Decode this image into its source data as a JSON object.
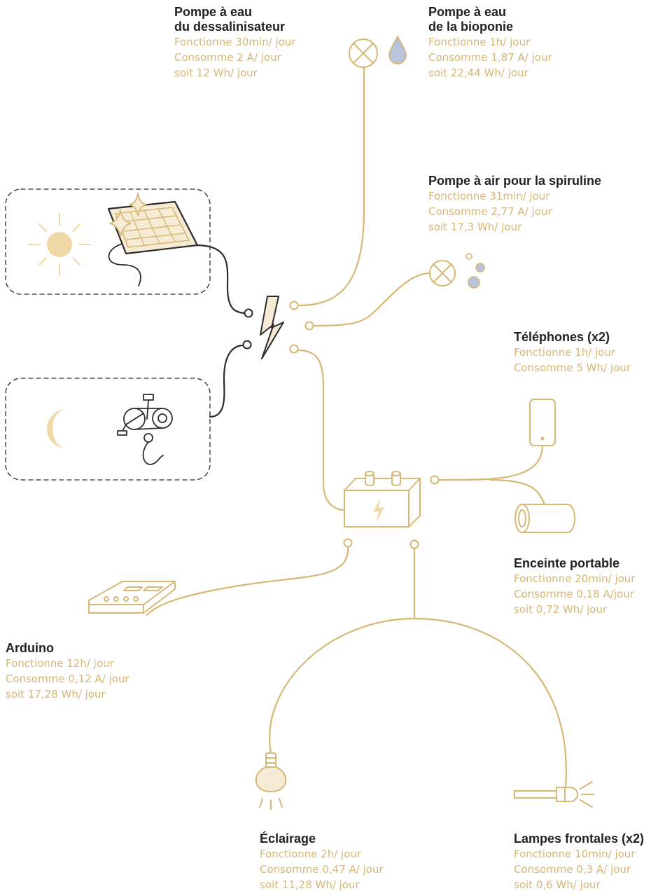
{
  "colors": {
    "gold": "#d7b774",
    "dark": "#2c2c2c",
    "sun_fill": "#f0d9a6",
    "water_fill": "#b7c4dc",
    "bolt_fill": "#f6ecd6",
    "text_dark": "#222222"
  },
  "sources": [
    {
      "id": "solar",
      "icons": [
        "sun-icon",
        "solar-panel-icon"
      ]
    },
    {
      "id": "pedal",
      "icons": [
        "moon-icon",
        "pedal-generator-icon"
      ]
    }
  ],
  "hub": {
    "icon": "lightning-bolt-icon"
  },
  "storage": {
    "icon": "battery-icon"
  },
  "devices": {
    "pompe_dessalinisateur": {
      "title": [
        "Pompe à eau",
        "du dessalinisateur"
      ],
      "lines": [
        "Fonctionne 30min/ jour",
        "Consomme 2 A/ jour",
        "soit 12 Wh/ jour"
      ]
    },
    "pompe_bioponie": {
      "title": [
        "Pompe à eau",
        "de la bioponie"
      ],
      "lines": [
        "Fonctionne 1h/ jour",
        "Consomme 1,87 A/ jour",
        "soit 22,44 Wh/ jour"
      ]
    },
    "pompe_air": {
      "title": [
        "Pompe à air pour la spiruline"
      ],
      "lines": [
        "Fonctionne 31min/ jour",
        "Consomme 2,77 A/ jour",
        "soit 17,3 Wh/ jour"
      ]
    },
    "telephones": {
      "title": [
        "Téléphones (x2)"
      ],
      "lines": [
        "Fonctionne 1h/ jour",
        "Consomme 5 Wh/ jour"
      ]
    },
    "enceinte": {
      "title": [
        "Enceinte portable"
      ],
      "lines": [
        "Fonctionne 20min/ jour",
        "Consomme 0,18 A/jour",
        "soit 0,72 Wh/ jour"
      ]
    },
    "arduino": {
      "title": [
        "Arduino"
      ],
      "lines": [
        "Fonctionne 12h/ jour",
        "Consomme 0,12 A/ jour",
        "soit 17,28 Wh/ jour"
      ]
    },
    "eclairage": {
      "title": [
        "Éclairage"
      ],
      "lines": [
        "Fonctionne 2h/ jour",
        "Consomme 0,47 A/ jour",
        "soit 11,28 Wh/ jour"
      ]
    },
    "lampes": {
      "title": [
        "Lampes frontales (x2)"
      ],
      "lines": [
        "Fonctionne 10min/ jour",
        "Consomme 0,3 A/ jour",
        "soit 0,6 Wh/ jour"
      ]
    }
  }
}
